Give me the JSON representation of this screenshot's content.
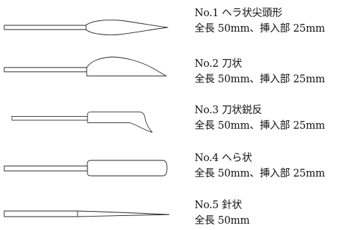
{
  "instruments": [
    {
      "id": 1,
      "name": "No.1 ヘラ状尖頭形",
      "spec": "全長 50mm、挿入部 25mm",
      "shape": "spatula-pointed"
    },
    {
      "id": 2,
      "name": "No.2 刀状",
      "spec": "全長 50mm、挿入部 25mm",
      "shape": "knife"
    },
    {
      "id": 3,
      "name": "No.3 刀状鋭反",
      "spec": "全長 50mm、挿入部 25mm",
      "shape": "knife-sharp-curved"
    },
    {
      "id": 4,
      "name": "No.4 へら状",
      "spec": "全長 50mm、挿入部 25mm",
      "shape": "spatula-round"
    },
    {
      "id": 5,
      "name": "No.5 針状",
      "spec": "全長 50mm",
      "shape": "needle"
    }
  ]
}
